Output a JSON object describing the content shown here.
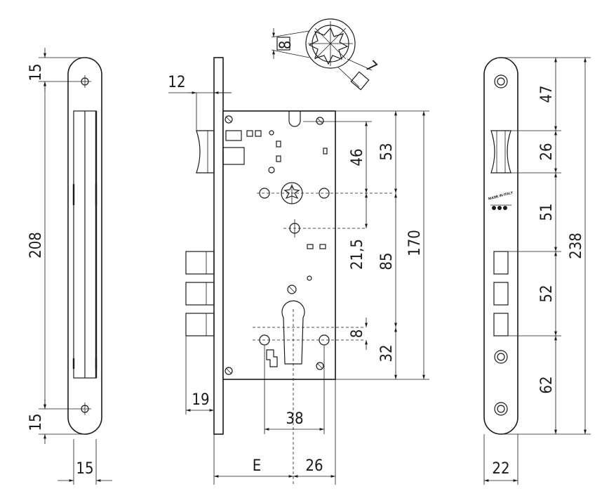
{
  "left_view": {
    "top": "15",
    "height": "208",
    "bottom": "15",
    "width": "15"
  },
  "center_view": {
    "spindle_size": "8",
    "spindle_offset": "7",
    "forend_thickness": "12",
    "dim_46": "46",
    "dim_53": "53",
    "dim_21_5": "21,5",
    "dim_85": "85",
    "dim_170": "170",
    "dim_8": "8",
    "dim_32": "32",
    "bolt_throw": "19",
    "cylinder_spacing": "38",
    "backset": "E",
    "case_depth": "26"
  },
  "right_view": {
    "dim_47": "47",
    "dim_26": "26",
    "dim_51": "51",
    "dim_52": "52",
    "dim_62": "62",
    "overall_height": "238",
    "width": "22",
    "stamp_text": "MADE IN ITALY"
  }
}
